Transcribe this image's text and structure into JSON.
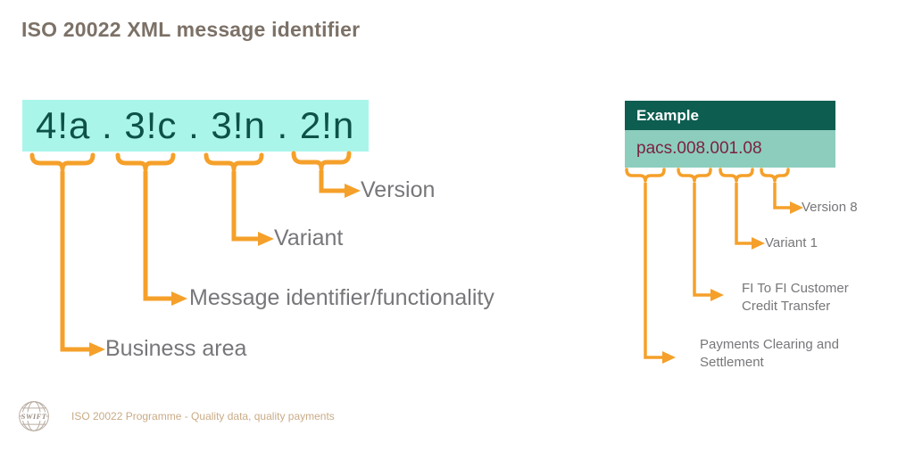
{
  "slide": {
    "title": "ISO 20022 XML message identifier",
    "background": "#ffffff"
  },
  "colors": {
    "title_text": "#7c7167",
    "pattern_bg": "#aaf5ea",
    "pattern_text": "#0d5147",
    "example_header_bg": "#0d5d50",
    "example_header_text": "#ffffff",
    "example_body_bg": "#8ccdbd",
    "example_body_text": "#7b2240",
    "connector_orange": "#f5a02a",
    "label_text": "#77767a",
    "footer_text": "#c9ab86"
  },
  "pattern": {
    "text": "4!a . 3!c . 3!n . 2!n",
    "segments": [
      {
        "token": "4!a",
        "label": "Business area"
      },
      {
        "token": "3!c",
        "label": "Message identifier/functionality"
      },
      {
        "token": "3!n",
        "label": "Variant"
      },
      {
        "token": "2!n",
        "label": "Version"
      }
    ]
  },
  "example": {
    "header": "Example",
    "value": "pacs.008.001.08",
    "segments": [
      {
        "token": "pacs",
        "label": "Payments Clearing and\nSettlement"
      },
      {
        "token": "008",
        "label": "FI To FI Customer\nCredit Transfer"
      },
      {
        "token": "001",
        "label": "Variant 1"
      },
      {
        "token": "08",
        "label": "Version 8"
      }
    ]
  },
  "footer": {
    "logo_text": "SWIFT",
    "logo_icon": "globe-icon",
    "text": "ISO 20022 Programme - Quality data, quality payments"
  }
}
